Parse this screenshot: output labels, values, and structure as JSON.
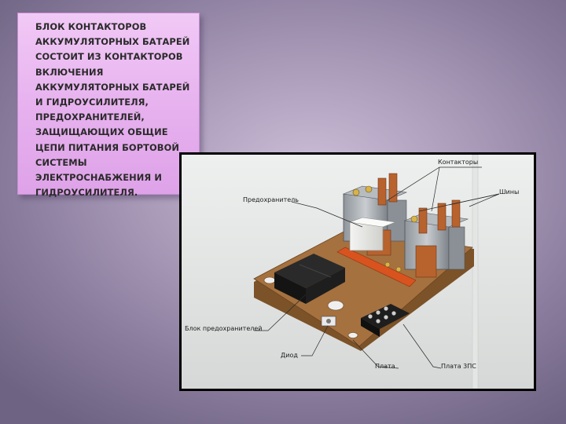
{
  "description_text": "  БЛОК КОНТАКТОРОВ\nАККУМУЛЯТОРНЫХ БАТАРЕЙ\nСОСТОИТ ИЗ КОНТАКТОРОВ\nВКЛЮЧЕНИЯ\nАККУМУЛЯТОРНЫХ БАТАРЕЙ\nИ ГИДРОУСИЛИТЕЛЯ,\nПРЕДОХРАНИТЕЛЕЙ,\nЗАЩИЩАЮЩИХ ОБЩИЕ\nЦЕПИ ПИТАНИЯ БОРТОВОЙ\nСИСТЕМЫ\nЭЛЕКТРОСНАБЖЕНИЯ И\nГИДРОУСИЛИТЕЛЯ.",
  "figure": {
    "labels": {
      "contactors": "Контакторы",
      "fuse": "Предохранитель",
      "busbars": "Шины",
      "fuse_block": "Блок предохранителей",
      "diode": "Диод",
      "board": "Плата",
      "board_3ps": "Плата 3ПС"
    }
  },
  "colors": {
    "text_box_fill": "#e6b0ee",
    "board": "#a5713f",
    "background": "#a99ab8"
  }
}
